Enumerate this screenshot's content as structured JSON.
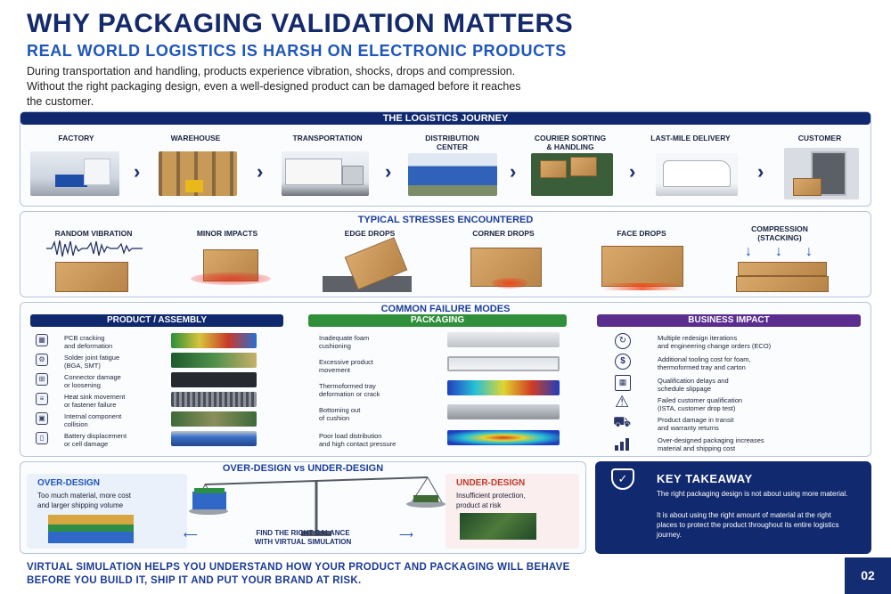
{
  "header": {
    "title": "WHY PACKAGING VALIDATION MATTERS",
    "subtitle": "REAL WORLD LOGISTICS IS HARSH ON ELECTRONIC PRODUCTS",
    "intro": "During transportation and handling, products experience vibration, shocks, drops and compression. Without the right packaging design, even a well-designed product can be damaged before it reaches the customer."
  },
  "journey": {
    "title": "THE LOGISTICS JOURNEY",
    "stages": [
      {
        "label": "FACTORY"
      },
      {
        "label": "WAREHOUSE"
      },
      {
        "label": "TRANSPORTATION"
      },
      {
        "label": "DISTRIBUTION\nCENTER"
      },
      {
        "label": "COURIER SORTING\n& HANDLING"
      },
      {
        "label": "LAST-MILE DELIVERY"
      },
      {
        "label": "CUSTOMER"
      }
    ]
  },
  "stresses": {
    "title": "TYPICAL STRESSES ENCOUNTERED",
    "items": [
      {
        "label": "RANDOM VIBRATION"
      },
      {
        "label": "MINOR IMPACTS"
      },
      {
        "label": "EDGE DROPS"
      },
      {
        "label": "CORNER DROPS"
      },
      {
        "label": "FACE DROPS"
      },
      {
        "label": "COMPRESSION\n(STACKING)"
      }
    ]
  },
  "failures": {
    "title": "COMMON FAILURE MODES",
    "product": {
      "head": "PRODUCT / ASSEMBLY",
      "items": [
        "PCB cracking\nand deformation",
        "Solder joint fatigue\n(BGA, SMT)",
        "Connector damage\nor loosening",
        "Heat sink movement\nor fastener failure",
        "Internal component\ncollision",
        "Battery displacement\nor cell damage"
      ]
    },
    "packaging": {
      "head": "PACKAGING",
      "items": [
        "Inadequate foam\ncushioning",
        "Excessive product\nmovement",
        "Thermoformed tray\ndeformation or crack",
        "Bottoming out\nof cushion",
        "Poor load distribution\nand high contact pressure"
      ]
    },
    "business": {
      "head": "BUSINESS IMPACT",
      "items": [
        "Multiple redesign iterations\nand engineering change orders (ECO)",
        "Additional tooling cost for foam,\nthermoformed tray and carton",
        "Qualification delays and\nschedule slippage",
        "Failed customer qualification\n(ISTA, customer drop test)",
        "Product damage in transit\nand warranty returns",
        "Over-designed packaging increases\nmaterial and shipping cost"
      ]
    }
  },
  "balance": {
    "title": "OVER-DESIGN vs UNDER-DESIGN",
    "over_head": "OVER-DESIGN",
    "over_text": "Too much material, more cost\nand larger shipping volume",
    "under_head": "UNDER-DESIGN",
    "under_text": "Insufficient protection,\nproduct at risk",
    "center_text": "FIND THE RIGHT BALANCE\nWITH VIRTUAL SIMULATION"
  },
  "takeaway": {
    "title": "KEY TAKEAWAY",
    "text1": "The right packaging design is not about using more material.",
    "text2": "It is about using the right amount of material at the right places to protect the product throughout its entire logistics journey."
  },
  "footer": {
    "line1": "VIRTUAL SIMULATION HELPS YOU UNDERSTAND HOW YOUR PRODUCT AND PACKAGING WILL BEHAVE",
    "line2": "BEFORE YOU BUILD IT, SHIP IT AND PUT YOUR BRAND AT RISK.",
    "page": "02"
  },
  "colors": {
    "navy": "#10296e",
    "green": "#2f8f3a",
    "purple": "#5b2d8e",
    "accent": "#1f56b8"
  }
}
